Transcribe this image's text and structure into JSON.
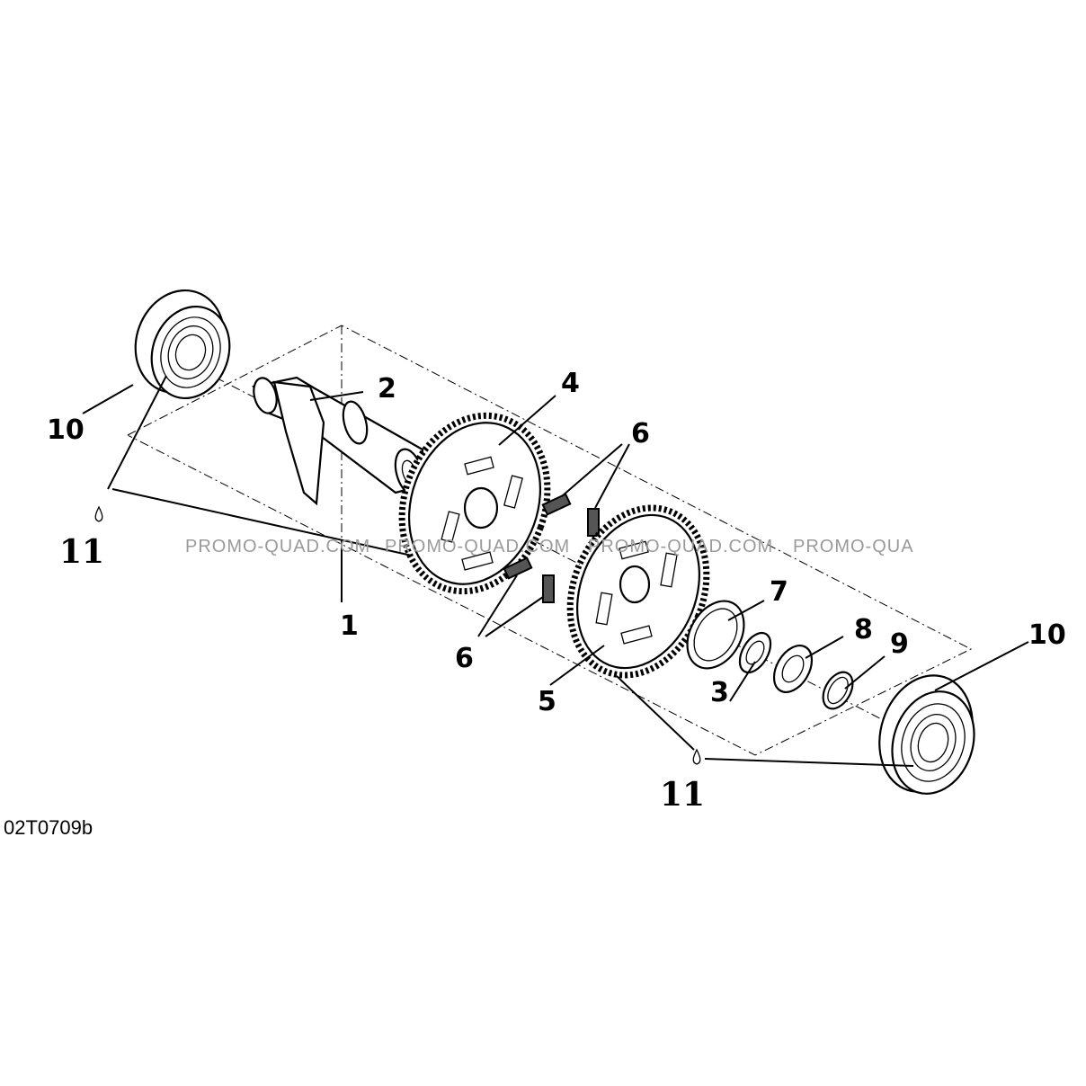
{
  "diagram": {
    "drawing_reference": "02T0709b",
    "watermarks": [
      "PROMO-QUAD.COM",
      "PROMO-QUAD.COM",
      "PROMO-QUAD.COM",
      "PROMO-QUA"
    ],
    "callouts": {
      "c1": "1",
      "c2": "2",
      "c3": "3",
      "c4": "4",
      "c5": "5",
      "c6_top": "6",
      "c6_bottom": "6",
      "c7": "7",
      "c8": "8",
      "c9": "9",
      "c10_left": "10",
      "c10_right": "10",
      "c11_left": "11",
      "c11_right": "11"
    }
  }
}
